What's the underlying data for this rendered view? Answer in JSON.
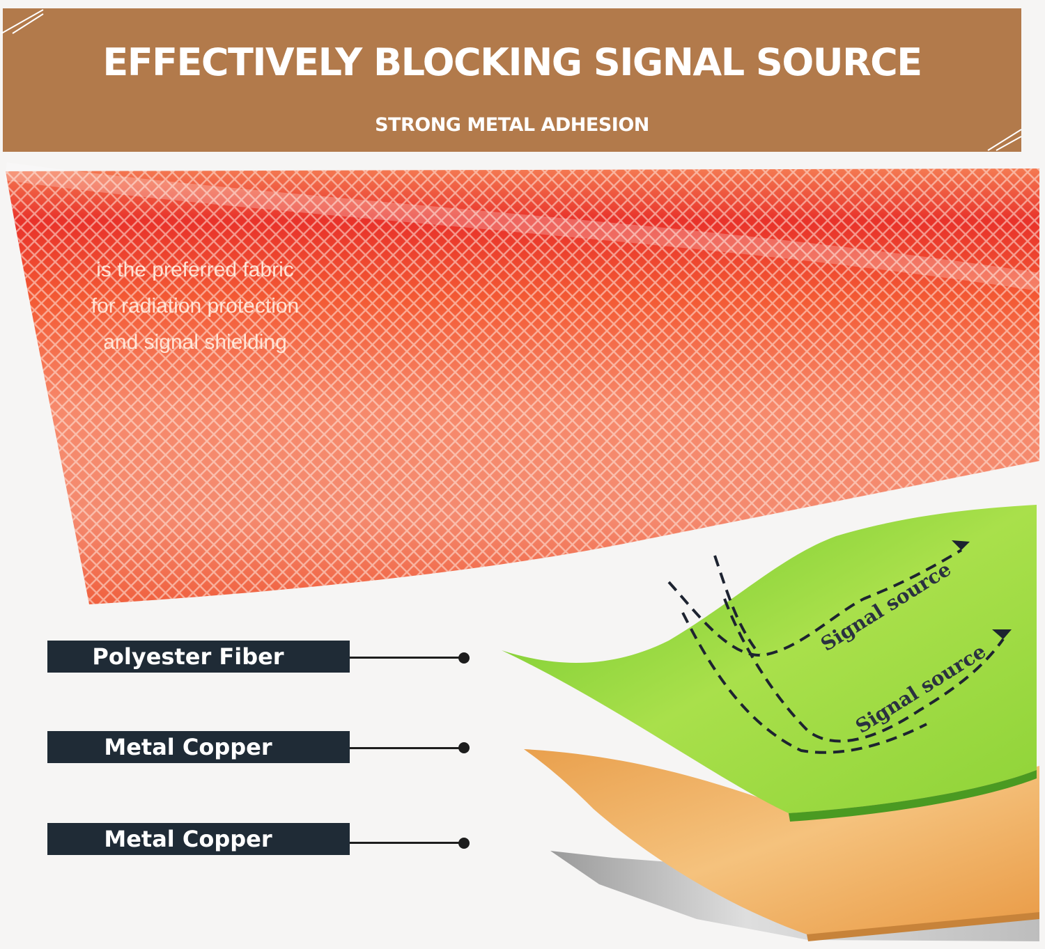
{
  "banner": {
    "title": "EFFECTIVELY BLOCKING SIGNAL SOURCE",
    "subtitle": "STRONG METAL ADHESION"
  },
  "fabric": {
    "caption_lines": [
      "is the preferred fabric",
      "for radiation protection",
      "and signal shielding"
    ]
  },
  "layers": [
    {
      "label": "Polyester Fiber"
    },
    {
      "label": "Metal Copper"
    },
    {
      "label": "Metal Copper"
    }
  ],
  "signals": [
    {
      "label": "Signal source"
    },
    {
      "label": "Signal source"
    }
  ],
  "colors": {
    "banner": "#b27a4b",
    "fabric": "#f25a32",
    "green_layer": "#8bd23a",
    "copper_layer": "#f0a94f",
    "silver_layer": "#c7c7c7",
    "label_bg": "#1f2b36"
  }
}
